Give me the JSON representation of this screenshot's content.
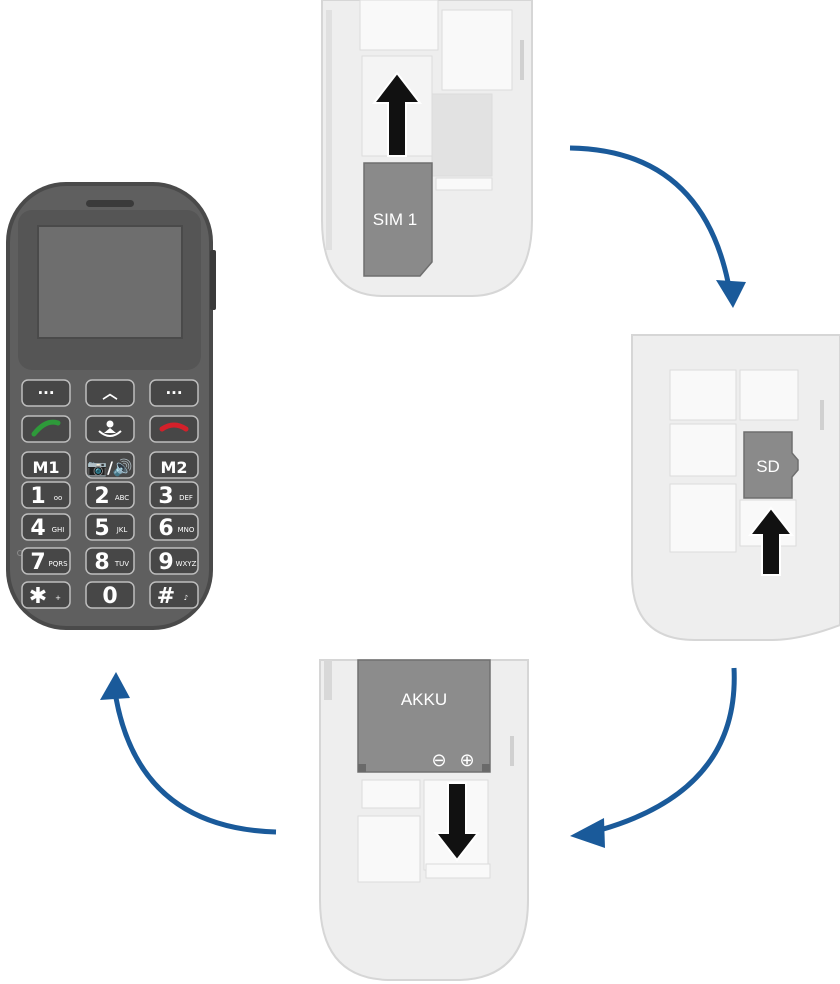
{
  "steps": {
    "sim_label": "SIM 1",
    "sd_label": "SD",
    "battery_label": "AKKU",
    "battery_minus": "⊖",
    "battery_plus": "⊕"
  },
  "phone": {
    "keys": [
      {
        "main": "···",
        "sub": ""
      },
      {
        "main": "︿",
        "sub": ""
      },
      {
        "main": "···",
        "sub": ""
      },
      {
        "main": "M1",
        "sub": ""
      },
      {
        "main": "📷/🔊",
        "sub": ""
      },
      {
        "main": "M2",
        "sub": ""
      },
      {
        "main": "1",
        "sub": "oo"
      },
      {
        "main": "2",
        "sub": "ABC"
      },
      {
        "main": "3",
        "sub": "DEF"
      },
      {
        "main": "4",
        "sub": "GHI"
      },
      {
        "main": "5",
        "sub": "JKL"
      },
      {
        "main": "6",
        "sub": "MNO"
      },
      {
        "main": "7",
        "sub": "PQRS"
      },
      {
        "main": "8",
        "sub": "TUV"
      },
      {
        "main": "9",
        "sub": "WXYZ"
      },
      {
        "main": "✱",
        "sub": "+"
      },
      {
        "main": "0",
        "sub": ""
      },
      {
        "main": "#",
        "sub": "♪"
      }
    ]
  },
  "colors": {
    "arrow": "#1a5a9a",
    "phone_body": "#5a5a5a",
    "card": "#8a8a8a",
    "call_green": "#2e9a3a",
    "end_red": "#d4202a"
  }
}
